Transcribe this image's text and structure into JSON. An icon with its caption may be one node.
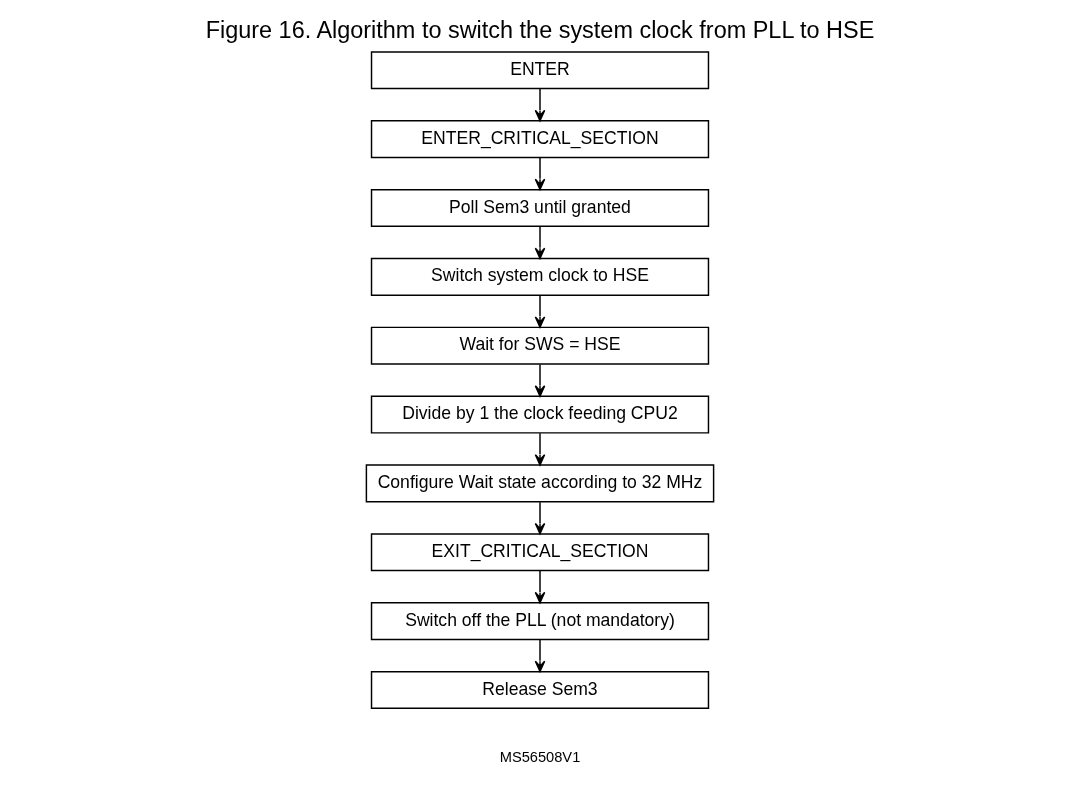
{
  "diagram": {
    "title": "Figure 16. Algorithm to switch the system clock from PLL to HSE",
    "nodes": [
      {
        "text": [
          "ENTER"
        ]
      },
      {
        "text": [
          "ENTER_CRITICAL_SECTION"
        ]
      },
      {
        "text": [
          "Poll Sem3 until granted"
        ]
      },
      {
        "text": [
          "Switch system clock to HSE"
        ]
      },
      {
        "text": [
          "Wait for SWS = HSE"
        ]
      },
      {
        "text": [
          "Divide by 1 the clock feeding CPU2"
        ]
      },
      {
        "text": [
          "Configure Wait state according to 32 MHz"
        ]
      },
      {
        "text": [
          "EXIT_CRITICAL_SECTION"
        ]
      },
      {
        "text": [
          "Switch off the PLL (not mandatory)"
        ]
      },
      {
        "text": [
          "Release Sem3"
        ]
      }
    ],
    "edges": [
      {
        "from": 0,
        "to": 1,
        "arrow": "to"
      },
      {
        "from": 1,
        "to": 2,
        "arrow": "to"
      },
      {
        "from": 2,
        "to": 3,
        "arrow": "to"
      },
      {
        "from": 3,
        "to": 4,
        "arrow": "to"
      },
      {
        "from": 4,
        "to": 5,
        "arrow": "to"
      },
      {
        "from": 5,
        "to": 6,
        "arrow": "to"
      },
      {
        "from": 6,
        "to": 7,
        "arrow": "to"
      },
      {
        "from": 7,
        "to": 8,
        "arrow": "to"
      },
      {
        "from": 8,
        "to": 9,
        "arrow": "to"
      }
    ],
    "labels": [
      "MS56508V1"
    ]
  }
}
